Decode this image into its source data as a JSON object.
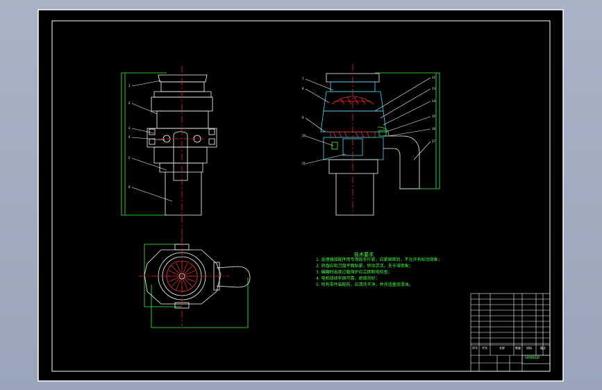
{
  "drawing": {
    "technical_requirements_title": "技术要求",
    "technical_requirements": [
      "1. 处理器接配件用专用扳手拧紧，应紧固密封，不允许有松动现象；",
      "2. 转盘应和刀盘平面贴紧，转动灵活，无卡滞现象；",
      "3. 碾磨时出现过载保护应立即断电检查；",
      "4. 电机接线牢固可靠，绝缘良好；",
      "5. 所有零件装配前，应清洗干净，并涂适量润滑油。"
    ],
    "part_leaders_front": [
      "1",
      "2",
      "3",
      "4",
      "5",
      "6"
    ],
    "part_leaders_section": [
      "7",
      "8",
      "9",
      "10",
      "11",
      "12",
      "13",
      "14",
      "15",
      "16",
      "17"
    ],
    "title_block": {
      "company_tag": "GDVBGGD",
      "header_cells": [
        "序号",
        "代号",
        "名称",
        "数量",
        "材料",
        "备注"
      ]
    }
  }
}
